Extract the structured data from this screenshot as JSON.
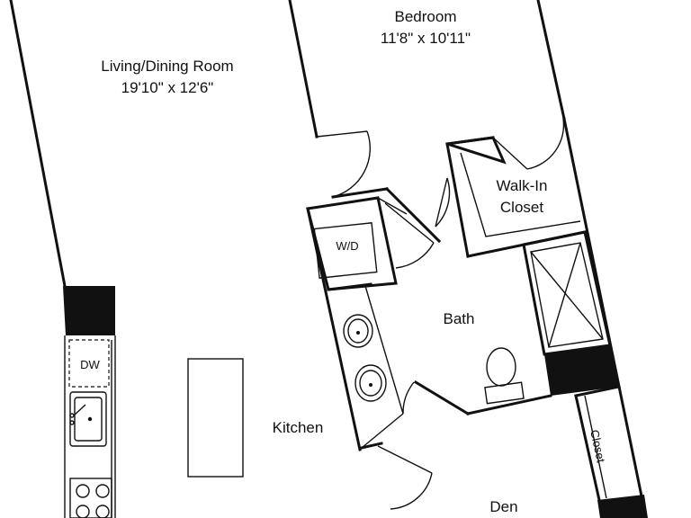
{
  "colors": {
    "walls": "#111111",
    "background": "#ffffff"
  },
  "rooms": {
    "living": {
      "name": "Living/Dining Room",
      "dims": "19'10\" x 12'6\""
    },
    "bedroom": {
      "name": "Bedroom",
      "dims": "11'8\" x 10'11\""
    },
    "walkin": {
      "line1": "Walk-In",
      "line2": "Closet"
    },
    "bath": {
      "name": "Bath"
    },
    "kitchen": {
      "name": "Kitchen"
    },
    "den": {
      "name": "Den"
    },
    "closet": {
      "name": "Closet"
    }
  },
  "fixtures": {
    "washer_dryer": "W/D",
    "dishwasher": "DW"
  }
}
